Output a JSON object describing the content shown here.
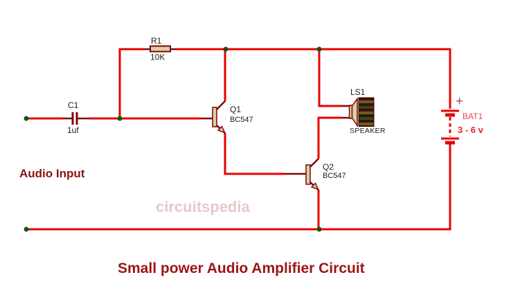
{
  "title": "Small power Audio Amplifier Circuit",
  "watermark": "circuitspedia",
  "labels": {
    "audio_input": "Audio Input"
  },
  "components": {
    "c1": {
      "ref": "C1",
      "value": "1uf"
    },
    "r1": {
      "ref": "R1",
      "value": "10K"
    },
    "q1": {
      "ref": "Q1",
      "value": "BC547"
    },
    "q2": {
      "ref": "Q2",
      "value": "BC547"
    },
    "ls1": {
      "ref": "LS1",
      "value": "SPEAKER"
    },
    "bat1": {
      "ref": "BAT1",
      "value": "3 - 6 v",
      "polarity": "+"
    }
  },
  "colors": {
    "wire": "#e80000",
    "component_outline": "#7c0606",
    "component_fill": "#d9cfa3",
    "junction": "#155415",
    "label_text": "#1c1c1c",
    "battery_label": "#e84848",
    "battery_value": "#ee2222",
    "battery_plus": "#a34e4e",
    "audio_input_text": "#8b1212",
    "watermark_text": "#eac7c7",
    "title_text": "#9c1515",
    "background": "#ffffff",
    "speaker_stripe_dark": "#4a0a0a",
    "speaker_stripe_olive": "#63631f",
    "speaker_stripe_green": "#1f5220"
  }
}
